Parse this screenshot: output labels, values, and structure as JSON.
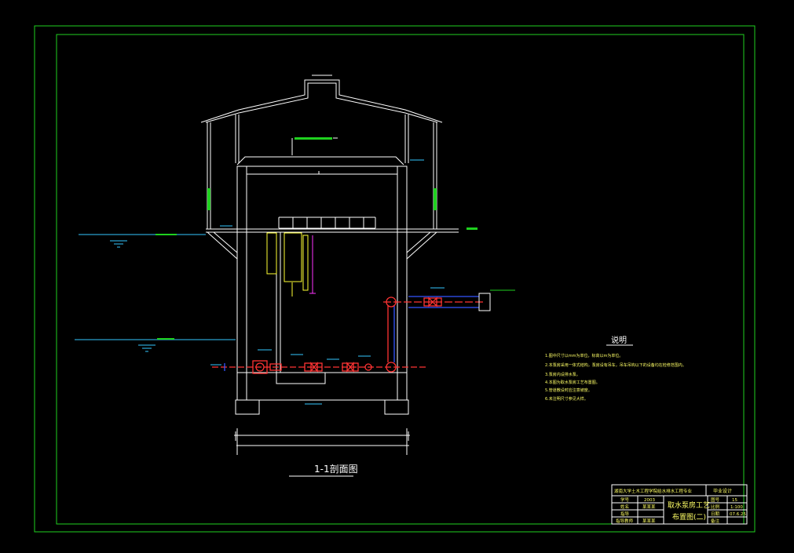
{
  "drawing": {
    "section_title": "1-1剖面图",
    "notes_title": "说明",
    "notes": [
      "1.图中尺寸以mm为单位，标高以m为单位。",
      "2.本泵房采用一体式结构，泵房设有吊车，吊车吊钩以下的设备均在检修范围内。",
      "3.泵房内设排水泵。",
      "4.本图为取水泵房工艺布置图。",
      "5.管道敷设时应注意坡度。",
      "6.未注明尺寸参见大样。"
    ]
  },
  "title_block": {
    "institution": "湖南大学土木工程学院给水排水工程专业",
    "project_type": "毕业设计",
    "drawing_name_line1": "取水泵房工艺",
    "drawing_name_line2": "布置图(二)",
    "rows_left": [
      {
        "label": "学号",
        "value": "2003"
      },
      {
        "label": "姓名",
        "value": "某某某"
      },
      {
        "label": "指导",
        "value": ""
      },
      {
        "label": "指导教师",
        "value": "某某某"
      }
    ],
    "rows_right": [
      {
        "label": "图号",
        "value": "15"
      },
      {
        "label": "比例",
        "value": "1:100"
      },
      {
        "label": "日期",
        "value": "07.6.25"
      },
      {
        "label": "备注",
        "value": ""
      }
    ]
  },
  "colors": {
    "frame": "#1fd11f",
    "walls": "#ffffff",
    "pipe": "#ff3333",
    "pipe_blue": "#3355ff",
    "water": "#33c8ff",
    "text_cyan": "#33c8ff"
  }
}
